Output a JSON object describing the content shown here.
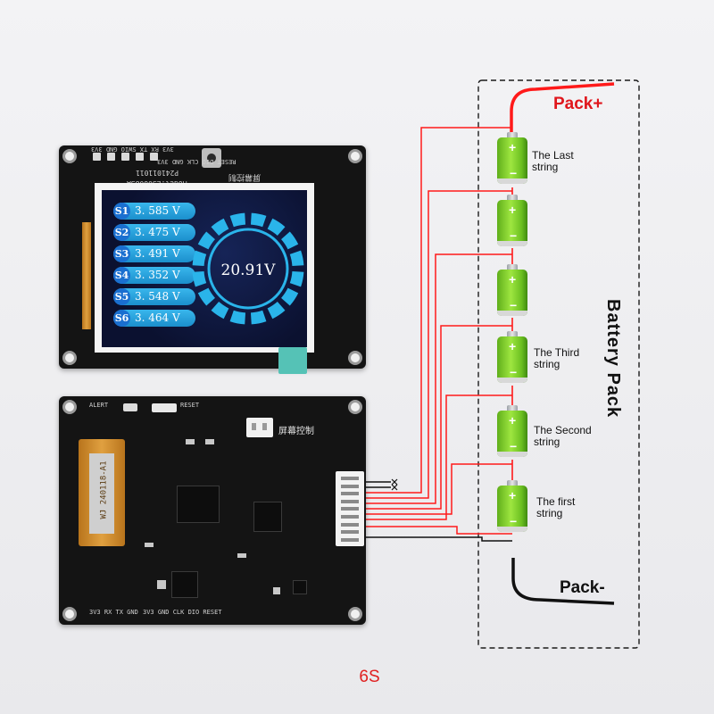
{
  "display": {
    "cells": [
      {
        "tag": "S1",
        "value": "3. 585 V"
      },
      {
        "tag": "S2",
        "value": "3. 475 V"
      },
      {
        "tag": "S3",
        "value": "3. 491 V"
      },
      {
        "tag": "S4",
        "value": "3. 352 V"
      },
      {
        "tag": "S5",
        "value": "3. 548 V"
      },
      {
        "tag": "S6",
        "value": "3. 464 V"
      }
    ],
    "total_voltage": "20.91V"
  },
  "top_board": {
    "model": "Model:LS0608SA",
    "serial": "P241011011",
    "screen_control": "屏幕控制",
    "header_pins": "3V3  RX  TX  SWIO GND  3V3",
    "reset_label": "RESET DIO CLK GND 3V3"
  },
  "bottom_board": {
    "alert": "ALERT",
    "reset": "RESET",
    "screen_control": "屏幕控制",
    "flex_marking": "WJ 240118-A1",
    "bottom_pins_left": "3V3  RX  TX  GND",
    "bottom_pins_right": "3V3 GND CLK DIO RESET"
  },
  "battery_pack": {
    "title": "Battery Pack",
    "pack_plus": "Pack+",
    "pack_minus": "Pack-",
    "labels": {
      "last": "The Last\nstring",
      "third": "The Third\nstring",
      "second": "The Second\nstring",
      "first": "The first\nstring"
    }
  },
  "series_label": "6S",
  "colors": {
    "positive_wire": "#ff1a1a",
    "negative_wire": "#111111",
    "pack_plus": "#e0161c",
    "series_label": "#e02020",
    "lcd_accent": "#2ab4ea"
  }
}
